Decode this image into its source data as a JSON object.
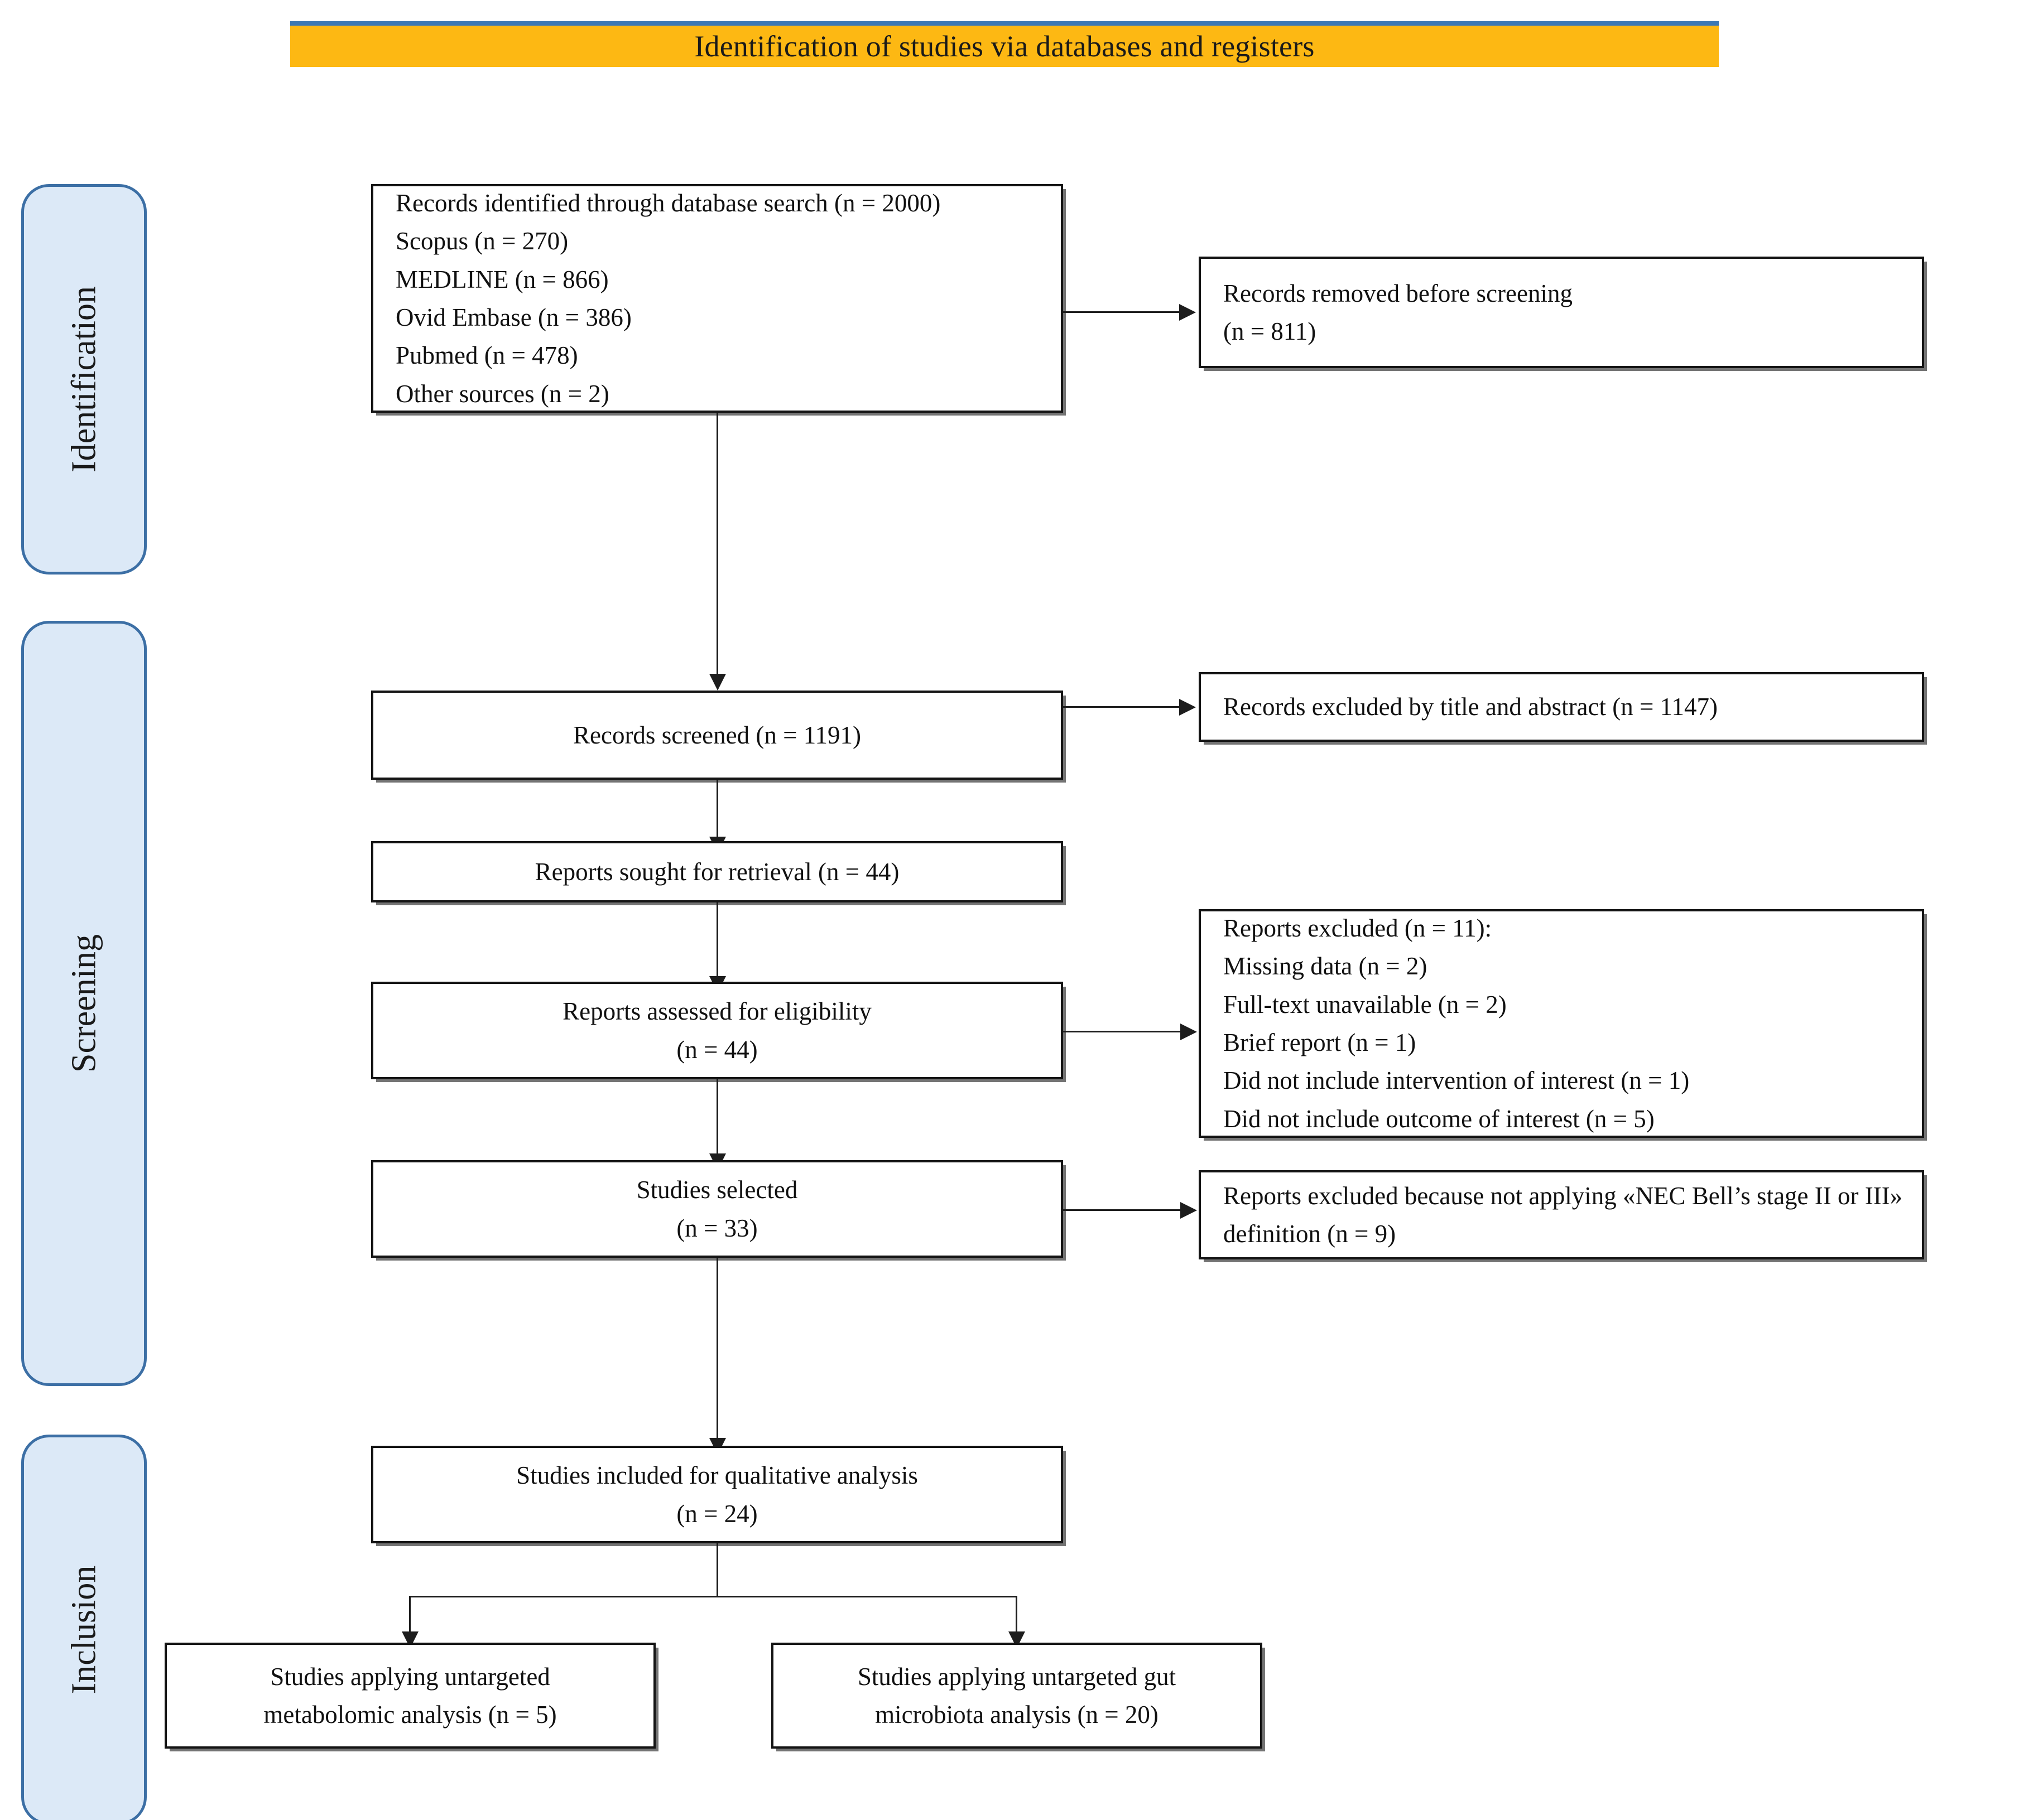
{
  "banner": {
    "title": "Identification of studies via databases and registers",
    "background_color": "#FDB813",
    "border_color": "#3C78B4"
  },
  "phases": {
    "identification": "Identification",
    "screening": "Screening",
    "inclusion": "Inclusion",
    "fill_color": "#DCE9F7",
    "border_color": "#3C6FA5"
  },
  "chart_data": {
    "type": "diagram",
    "title": "Identification of studies via databases and registers",
    "diagram_kind": "PRISMA flow diagram",
    "phases": [
      "Identification",
      "Screening",
      "Inclusion"
    ],
    "nodes": [
      {
        "id": "identified",
        "phase": "Identification",
        "column": "main",
        "lines": [
          "Records identified through database search (n = 2000)",
          "Scopus (n = 270)",
          "MEDLINE (n = 866)",
          "Ovid Embase (n = 386)",
          "Pubmed (n = 478)",
          "Other sources (n = 2)"
        ],
        "n": 2000
      },
      {
        "id": "removed",
        "phase": "Identification",
        "column": "side",
        "lines": [
          "Records removed before screening",
          "(n = 811)"
        ],
        "n": 811
      },
      {
        "id": "screened",
        "phase": "Screening",
        "column": "main",
        "lines": [
          "Records screened (n = 1191)"
        ],
        "n": 1191
      },
      {
        "id": "excluded_title",
        "phase": "Screening",
        "column": "side",
        "lines": [
          "Records excluded by title and abstract (n = 1147)"
        ],
        "n": 1147
      },
      {
        "id": "sought",
        "phase": "Screening",
        "column": "main",
        "lines": [
          "Reports sought for retrieval (n = 44)"
        ],
        "n": 44
      },
      {
        "id": "assessed",
        "phase": "Screening",
        "column": "main",
        "lines": [
          "Reports assessed for eligibility",
          "(n = 44)"
        ],
        "n": 44
      },
      {
        "id": "excluded_reports",
        "phase": "Screening",
        "column": "side",
        "lines": [
          "Reports excluded (n = 11):",
          "Missing data (n = 2)",
          "Full-text unavailable (n = 2)",
          "Brief report (n = 1)",
          "Did not include intervention of interest (n = 1)",
          "Did not include outcome of interest (n = 5)"
        ],
        "n": 11
      },
      {
        "id": "selected",
        "phase": "Screening",
        "column": "main",
        "lines": [
          "Studies selected",
          "(n = 33)"
        ],
        "n": 33
      },
      {
        "id": "excluded_nec",
        "phase": "Screening",
        "column": "side",
        "lines": [
          "Reports excluded because not applying  «NEC Bell’s stage II or III» definition (n = 9)"
        ],
        "n": 9
      },
      {
        "id": "included",
        "phase": "Inclusion",
        "column": "main",
        "lines": [
          "Studies included for qualitative analysis",
          "(n = 24)"
        ],
        "n": 24
      },
      {
        "id": "metabolomic",
        "phase": "Inclusion",
        "column": "leaf-left",
        "lines": [
          "Studies applying untargeted",
          "metabolomic analysis (n = 5)"
        ],
        "n": 5
      },
      {
        "id": "microbiota",
        "phase": "Inclusion",
        "column": "leaf-right",
        "lines": [
          "Studies applying untargeted gut",
          "microbiota analysis (n = 20)"
        ],
        "n": 20
      }
    ],
    "edges": [
      {
        "from": "identified",
        "to": "removed",
        "direction": "right"
      },
      {
        "from": "identified",
        "to": "screened",
        "direction": "down"
      },
      {
        "from": "screened",
        "to": "excluded_title",
        "direction": "right"
      },
      {
        "from": "screened",
        "to": "sought",
        "direction": "down"
      },
      {
        "from": "sought",
        "to": "assessed",
        "direction": "down"
      },
      {
        "from": "assessed",
        "to": "excluded_reports",
        "direction": "right"
      },
      {
        "from": "assessed",
        "to": "selected",
        "direction": "down"
      },
      {
        "from": "selected",
        "to": "excluded_nec",
        "direction": "right"
      },
      {
        "from": "selected",
        "to": "included",
        "direction": "down"
      },
      {
        "from": "included",
        "to": "metabolomic",
        "direction": "down-split-left"
      },
      {
        "from": "included",
        "to": "microbiota",
        "direction": "down-split-right"
      }
    ]
  },
  "boxes": {
    "identified": {
      "l1": "Records identified through database search (n = 2000)",
      "l2": "Scopus (n = 270)",
      "l3": "MEDLINE (n = 866)",
      "l4": "Ovid Embase (n = 386)",
      "l5": "Pubmed (n = 478)",
      "l6": "Other sources (n = 2)"
    },
    "removed": {
      "l1": "Records removed before screening",
      "l2": "(n = 811)"
    },
    "screened": {
      "l1": "Records screened (n = 1191)"
    },
    "excluded_title": {
      "l1": "Records excluded by title and abstract (n = 1147)"
    },
    "sought": {
      "l1": "Reports sought for retrieval (n = 44)"
    },
    "assessed": {
      "l1": "Reports assessed for eligibility",
      "l2": "(n = 44)"
    },
    "excluded_reports": {
      "l1": "Reports excluded (n = 11):",
      "l2": "Missing data (n = 2)",
      "l3": "Full-text unavailable (n = 2)",
      "l4": "Brief report (n = 1)",
      "l5": "Did not include intervention of interest (n = 1)",
      "l6": "Did not include outcome of interest (n = 5)"
    },
    "selected": {
      "l1": "Studies selected",
      "l2": "(n = 33)"
    },
    "excluded_nec": {
      "l1": "Reports excluded because not applying  «NEC Bell’s stage II or III» definition (n = 9)"
    },
    "included": {
      "l1": "Studies included for qualitative analysis",
      "l2": "(n = 24)"
    },
    "metabolomic": {
      "l1": "Studies applying untargeted",
      "l2": "metabolomic analysis (n = 5)"
    },
    "microbiota": {
      "l1": "Studies applying untargeted gut",
      "l2": "microbiota analysis (n = 20)"
    }
  }
}
